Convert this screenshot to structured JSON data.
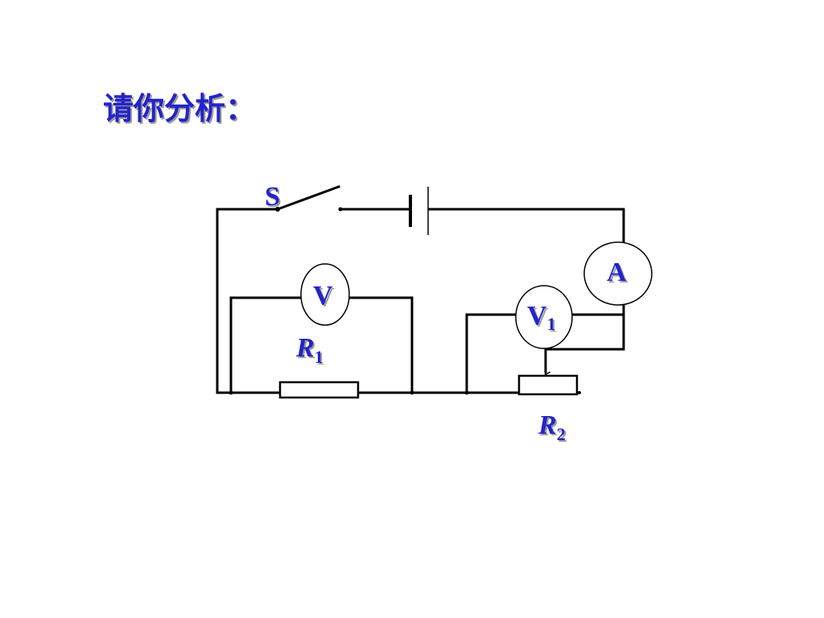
{
  "title": "请你分析：",
  "colors": {
    "text": "#2323cc",
    "shadow": "#9a9a9a",
    "wire": "#000000",
    "background": "#ffffff"
  },
  "labels": {
    "switch": "S",
    "ammeter": "A",
    "voltmeter": "V",
    "voltmeter1_main": "V",
    "voltmeter1_sub": "1",
    "r1_main": "R",
    "r1_sub": "1",
    "r2_main": "R",
    "r2_sub": "2"
  }
}
